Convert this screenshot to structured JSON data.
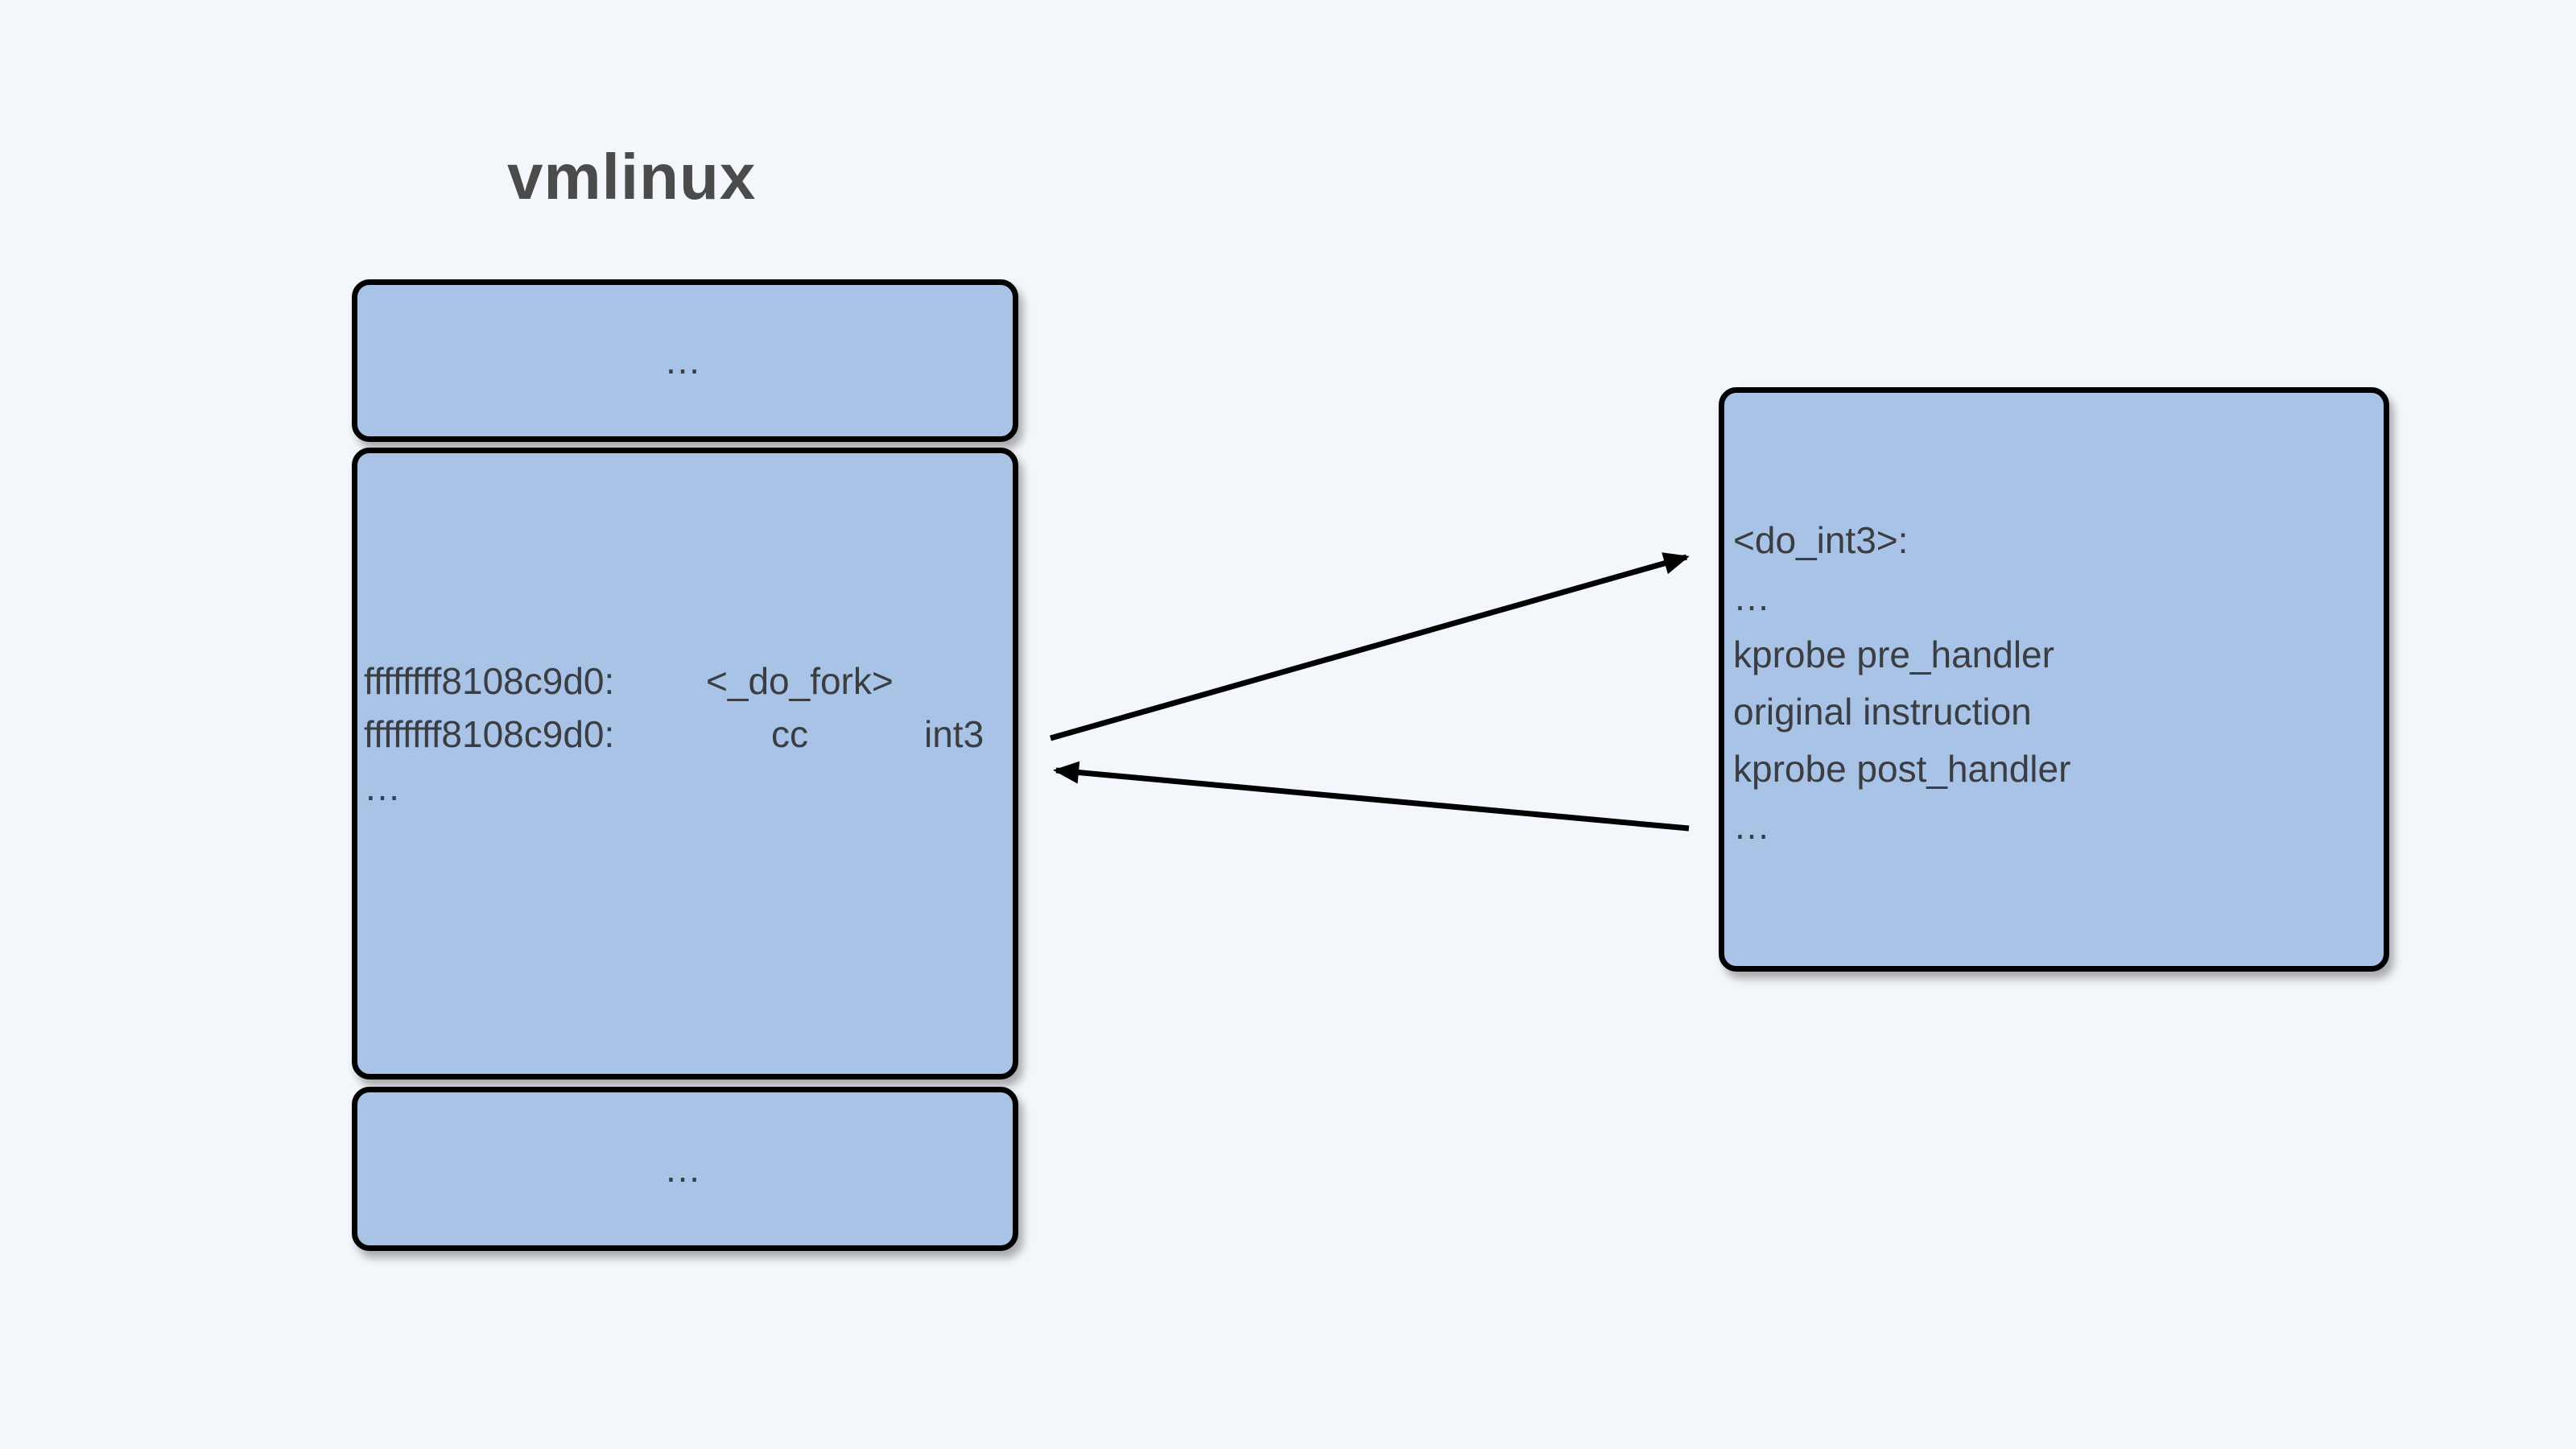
{
  "title": "vmlinux",
  "colors": {
    "background": "#f3f6fb",
    "box_fill": "#a9c3e7",
    "box_border": "#000000",
    "arrow": "#000000",
    "body_text": "#3a3d42",
    "title_text": "#4b4b4b"
  },
  "left_column": {
    "top_box": {
      "label": "…"
    },
    "middle_box": {
      "line1": {
        "address": "ffffffff8108c9d0:",
        "symbol": "<_do_fork>"
      },
      "line2": {
        "address": "ffffffff8108c9d0:",
        "bytes": "cc",
        "mnemonic": "int3"
      },
      "line3": {
        "label": "…"
      }
    },
    "bottom_box": {
      "label": "…"
    }
  },
  "right_box": {
    "lines": [
      "<do_int3>:",
      "…",
      "kprobe pre_handler",
      "original instruction",
      "kprobe post_handler",
      "…"
    ]
  },
  "arrows": [
    {
      "name": "int3-trap-to-do-int3",
      "from_label": "int3",
      "to_label": "<do_int3>:"
    },
    {
      "name": "return-to-original-code",
      "from_label": "…",
      "to_label": "ffffffff8108c9d0:"
    }
  ]
}
